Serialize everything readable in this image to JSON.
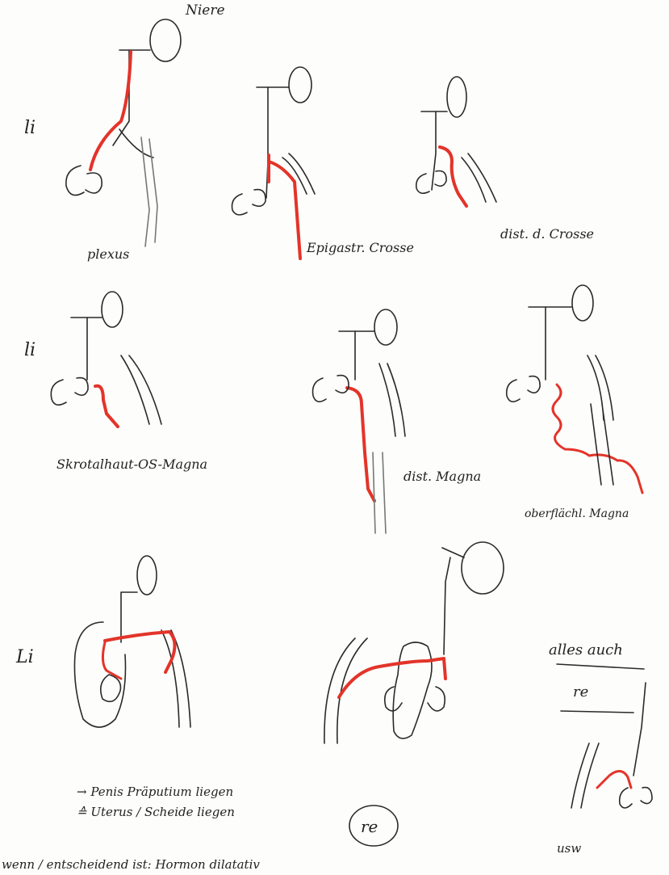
{
  "labels": {
    "niere": "Niere",
    "side_li_1": "li",
    "side_li_2": "li",
    "side_li_3": "Li",
    "d1": "plexus",
    "d2": "Epigastr. Crosse",
    "d3": "dist. d. Crosse",
    "d4": "Skrotalhaut-OS-Magna",
    "d5": "dist. Magna",
    "d6": "oberflächl. Magna",
    "alles_auch": "alles auch",
    "re_1": "re",
    "re_2": "re",
    "usw": "usw",
    "note_penis": "→ Penis Präputium liegen",
    "note_uterus": "≙ Uterus / Scheide liegen",
    "bottom_note": "wenn / entscheidend ist: Hormon dilatativ"
  },
  "colors": {
    "ink": "#2a2a2a",
    "highlight": "#e3342a",
    "paper": "#fdfdfb"
  }
}
